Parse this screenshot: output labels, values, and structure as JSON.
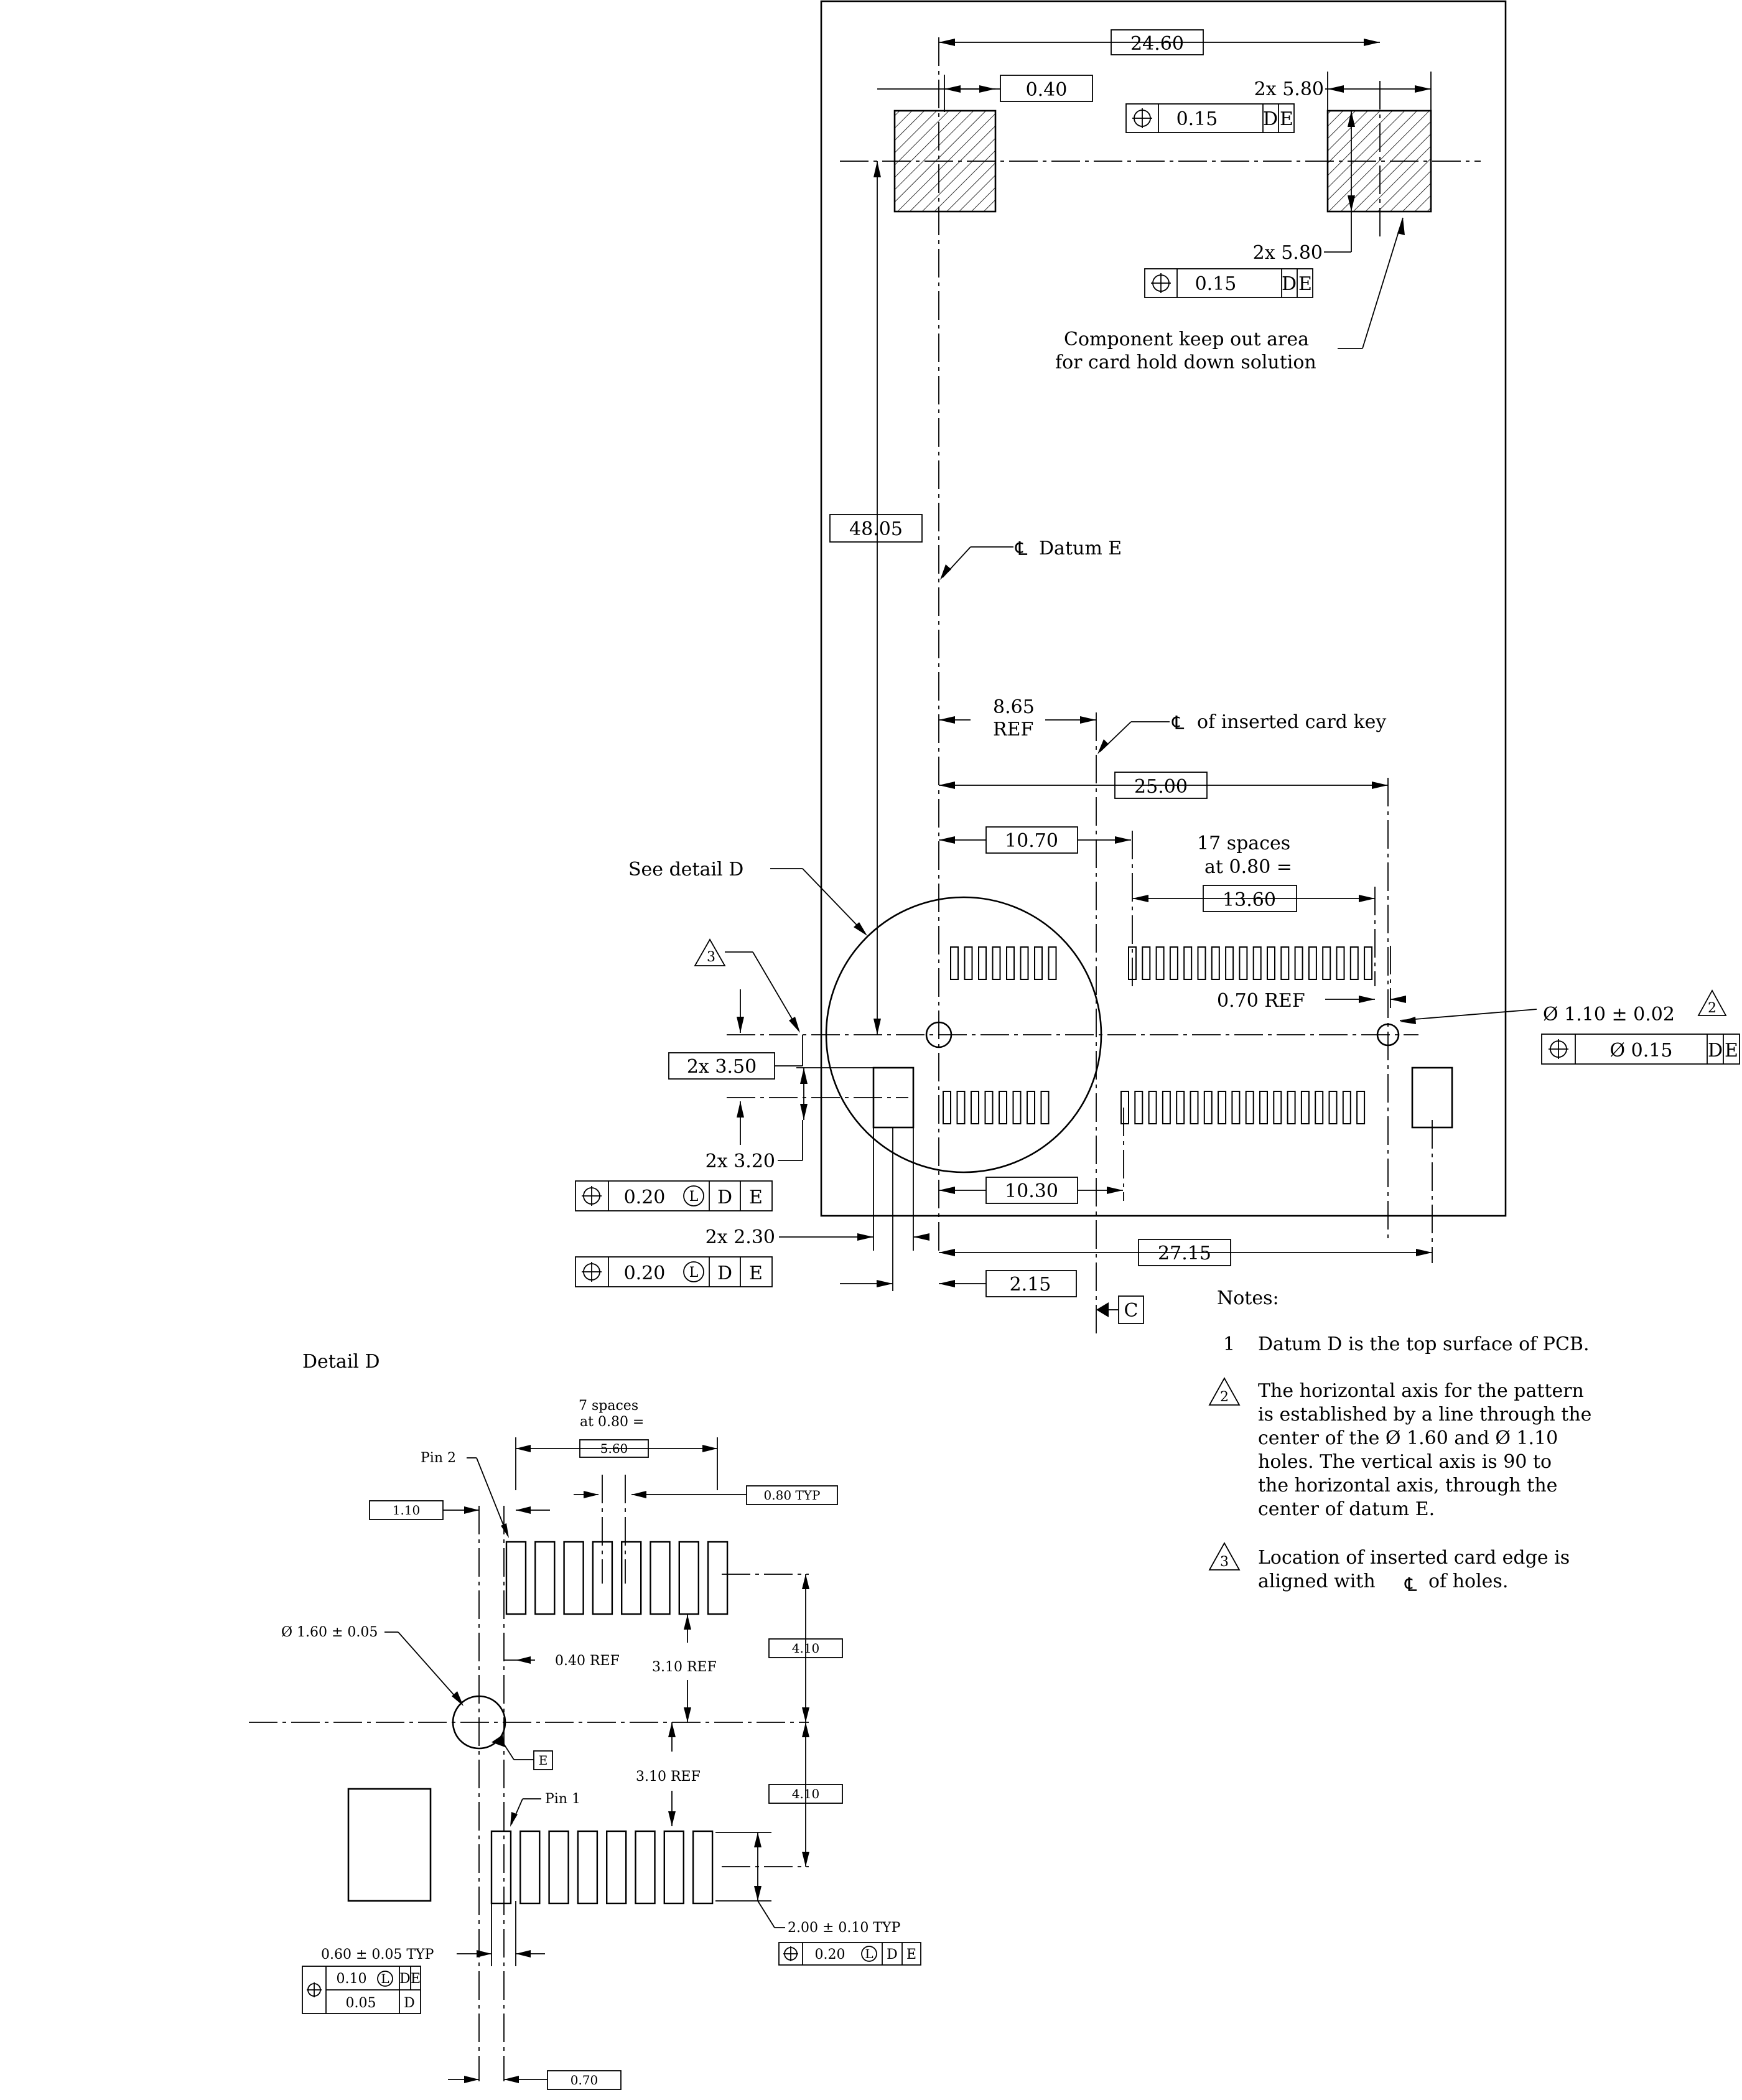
{
  "dims": {
    "d_24_60": "24.60",
    "d_0_40": "0.40",
    "d_2x_5_80_top": "2x 5.80",
    "d_2x_5_80_mid": "2x 5.80",
    "d_48_05": "48.05",
    "d_8_65": "8.65",
    "ref": "REF",
    "d_25_00": "25.00",
    "d_10_70": "10.70",
    "spaces_17": "17 spaces",
    "at_0_80": "at 0.80 =",
    "d_13_60": "13.60",
    "d_0_70_ref": "0.70 REF",
    "d_hole_1_10": "Ø 1.10 ± 0.02",
    "d_2x_3_50": "2x 3.50",
    "d_2x_3_20": "2x 3.20",
    "d_2x_2_30": "2x 2.30",
    "d_10_30": "10.30",
    "d_27_15": "27.15",
    "d_2_15": "2.15"
  },
  "tolerance_frames": {
    "pos_0_15": "0.15",
    "pos_0_20": "0.20",
    "datum_d": "D",
    "datum_e": "E",
    "hole_tol_0_15": "Ø 0.15",
    "lmc": "L",
    "pos_0_10": "0.10",
    "pos_0_05": "0.05"
  },
  "labels": {
    "keepout_line1": "Component keep out area",
    "keepout_line2": "for card hold down solution",
    "datum_e": "Datum E",
    "card_key": "of inserted card key",
    "see_detail": "See detail D",
    "datum_c": "C",
    "flag_3": "3",
    "flag_2": "2"
  },
  "notes": {
    "heading": "Notes:",
    "n1_num": "1",
    "n1": "Datum D is the top surface of PCB.",
    "n2_num": "2",
    "n2_lines": [
      "The horizontal axis for the pattern",
      "is established by a line through the",
      "center of the Ø 1.60 and Ø 1.10",
      "holes. The vertical axis is 90   to",
      "the horizontal axis, through the",
      "center of datum E."
    ],
    "n3_num": "3",
    "n3_line1": "Location of inserted card edge is",
    "n3_line2": "aligned with",
    "n3_line2b": "of holes."
  },
  "detail": {
    "title": "Detail D",
    "spaces_7": "7 spaces",
    "at_0_80": "at 0.80 =",
    "d_5_60": "5.60",
    "pin2": "Pin 2",
    "pin1": "Pin 1",
    "d_1_10": "1.10",
    "d_0_80_typ": "0.80 TYP",
    "hole_1_60": "Ø 1.60 ± 0.05",
    "d_0_40_ref": "0.40 REF",
    "d_3_10_ref_top": "3.10 REF",
    "d_3_10_ref_bot": "3.10 REF",
    "d_4_10_top": "4.10",
    "d_4_10_bot": "4.10",
    "datum_e": "E",
    "d_0_60": "0.60 ± 0.05 TYP",
    "d_2_00": "2.00 ± 0.10 TYP",
    "d_0_70": "0.70"
  }
}
